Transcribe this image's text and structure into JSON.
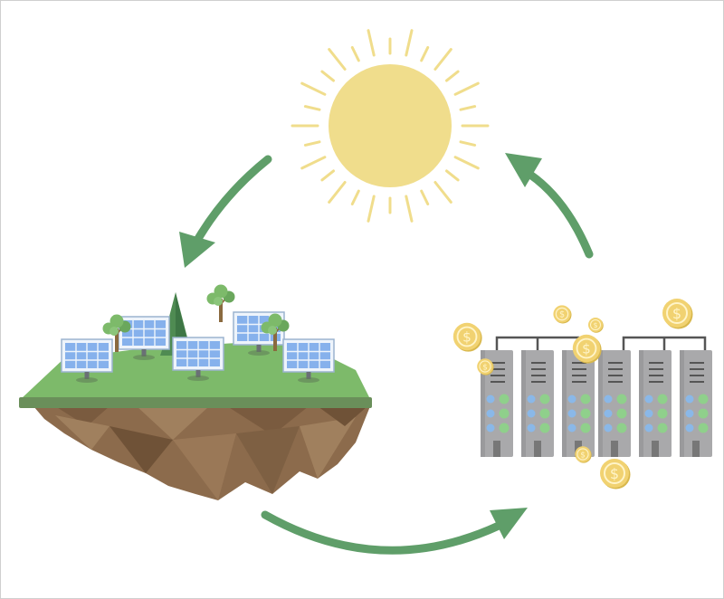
{
  "diagram": {
    "type": "cycle",
    "nodes": [
      {
        "id": "sun",
        "icon": "sun-icon"
      },
      {
        "id": "solar-farm",
        "icon": "solar-farm-island-icon"
      },
      {
        "id": "servers",
        "icon": "server-racks-icon"
      }
    ],
    "edges": [
      {
        "from": "sun",
        "to": "solar-farm"
      },
      {
        "from": "solar-farm",
        "to": "servers"
      },
      {
        "from": "servers",
        "to": "sun"
      }
    ],
    "coin_symbol": "$"
  },
  "colors": {
    "arrow": "#5f9e69",
    "sun": "#f0dd8c",
    "grass": "#7dba6a",
    "soil": "#8c6b4c",
    "panel": "#86b1ec",
    "server": "#a9a9ab",
    "coin": "#f1d271"
  }
}
